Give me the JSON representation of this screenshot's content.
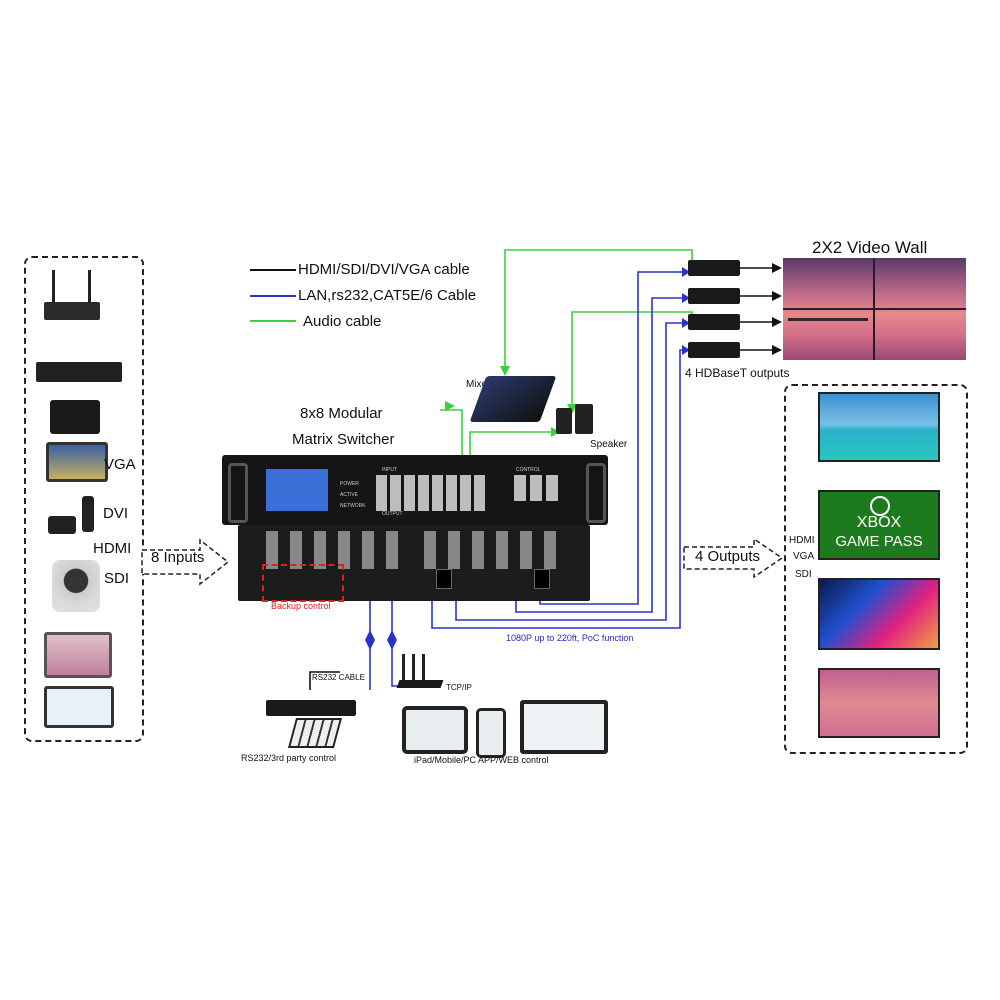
{
  "legend": {
    "av_cable": "HDMI/SDI/DVI/VGA cable",
    "lan_cable": "LAN,rs232,CAT5E/6 Cable",
    "audio_cable": "Audio cable"
  },
  "colors": {
    "av": "#111111",
    "lan": "#2a35c8",
    "audio": "#3bd13b",
    "backup": "#e02020",
    "lan_text": "#1f2fb8"
  },
  "title_line1": "8x8 Modular",
  "title_line2": "Matrix Switcher",
  "inputs_label": "8 Inputs",
  "outputs_label": "4 Outputs",
  "input_types": {
    "vga": "VGA",
    "dvi": "DVI",
    "hdmi": "HDMI",
    "sdi": "SDI"
  },
  "output_types": {
    "hdmi": "HDMI",
    "vga": "VGA",
    "sdi": "SDI"
  },
  "mixer": "Mixer",
  "speaker": "Speaker",
  "video_wall": "2X2 Video Wall",
  "hdbaset": "4 HDBaseT outputs",
  "backup": "Backup control",
  "hdbaset_note": "1080P up to 220ft, PoC function",
  "rs232_cable": "RS232 CABLE",
  "tcpip": "TCP/IP",
  "rs232_control": "RS232/3rd party control",
  "app_control": "iPad/Mobile/PC APP/WEB control",
  "panel": {
    "input": "INPUT",
    "output": "OUTPUT",
    "control": "CONTROL",
    "power": "POWER",
    "active": "ACTIVE",
    "network": "NETWORK"
  },
  "xbox": {
    "line1": "XBOX",
    "line2": "GAME PASS"
  }
}
